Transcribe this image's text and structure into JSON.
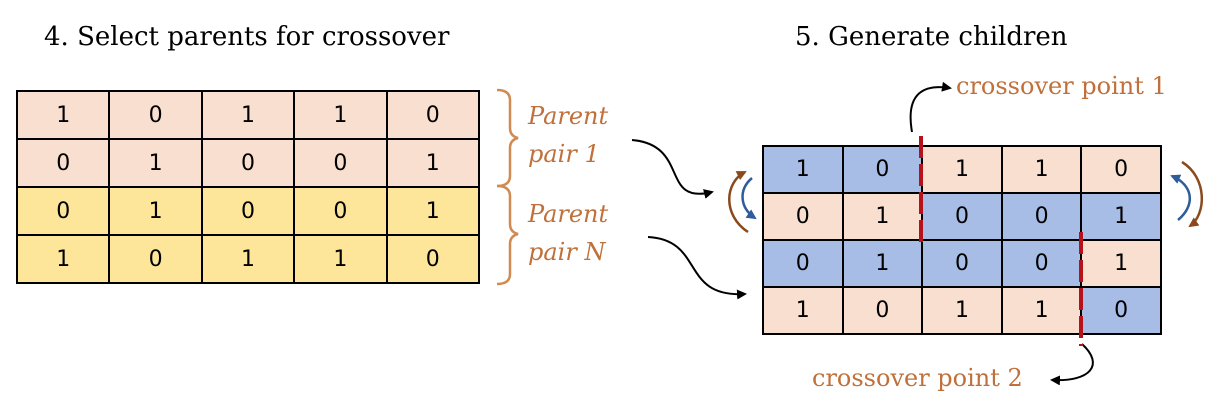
{
  "left": {
    "title": "4. Select parents for crossover",
    "rows": [
      {
        "values": [
          "1",
          "0",
          "1",
          "1",
          "0"
        ],
        "color": "#f8dfd0"
      },
      {
        "values": [
          "0",
          "1",
          "0",
          "0",
          "1"
        ],
        "color": "#f8dfd0"
      },
      {
        "values": [
          "0",
          "1",
          "0",
          "0",
          "1"
        ],
        "color": "#fde59a"
      },
      {
        "values": [
          "1",
          "0",
          "1",
          "1",
          "0"
        ],
        "color": "#fde59a"
      }
    ],
    "brace_labels": [
      {
        "line1": "Parent",
        "line2": "pair 1"
      },
      {
        "line1": "Parent",
        "line2": "pair N"
      }
    ]
  },
  "right": {
    "title": "5. Generate children",
    "rows": [
      {
        "values": [
          "1",
          "0",
          "1",
          "1",
          "0"
        ],
        "colors": [
          "#a7bde6",
          "#a7bde6",
          "#f8dfd0",
          "#f8dfd0",
          "#f8dfd0"
        ]
      },
      {
        "values": [
          "0",
          "1",
          "0",
          "0",
          "1"
        ],
        "colors": [
          "#f8dfd0",
          "#f8dfd0",
          "#a7bde6",
          "#a7bde6",
          "#a7bde6"
        ]
      },
      {
        "values": [
          "0",
          "1",
          "0",
          "0",
          "1"
        ],
        "colors": [
          "#a7bde6",
          "#a7bde6",
          "#a7bde6",
          "#a7bde6",
          "#f8dfd0"
        ]
      },
      {
        "values": [
          "1",
          "0",
          "1",
          "1",
          "0"
        ],
        "colors": [
          "#f8dfd0",
          "#f8dfd0",
          "#f8dfd0",
          "#f8dfd0",
          "#a7bde6"
        ]
      }
    ],
    "crossover_point_1": "crossover point 1",
    "crossover_point_2": "crossover point 2"
  },
  "colors": {
    "peach": "#f8dfd0",
    "yellow": "#fde59a",
    "blue": "#a7bde6",
    "label_orange": "#c0703a",
    "crossover_line": "#b5121b",
    "swap_brown": "#8a4a1c",
    "swap_blue": "#2f5c9a"
  }
}
